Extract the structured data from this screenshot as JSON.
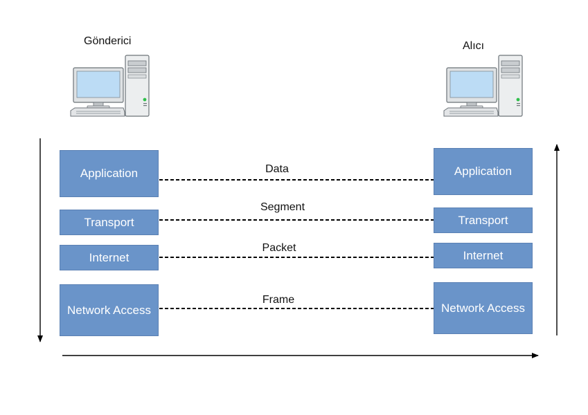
{
  "sender": {
    "title": "Gönderici"
  },
  "receiver": {
    "title": "Alıcı"
  },
  "layers": [
    {
      "name": "Application",
      "pdu": "Data"
    },
    {
      "name": "Transport",
      "pdu": "Segment"
    },
    {
      "name": "Internet",
      "pdu": "Packet"
    },
    {
      "name": "Network Access",
      "pdu": "Frame"
    }
  ],
  "colors": {
    "layer_fill": "#6a94c9",
    "layer_text": "#ffffff",
    "line": "#000000"
  },
  "icons": {
    "computer": "desktop-computer-icon"
  }
}
